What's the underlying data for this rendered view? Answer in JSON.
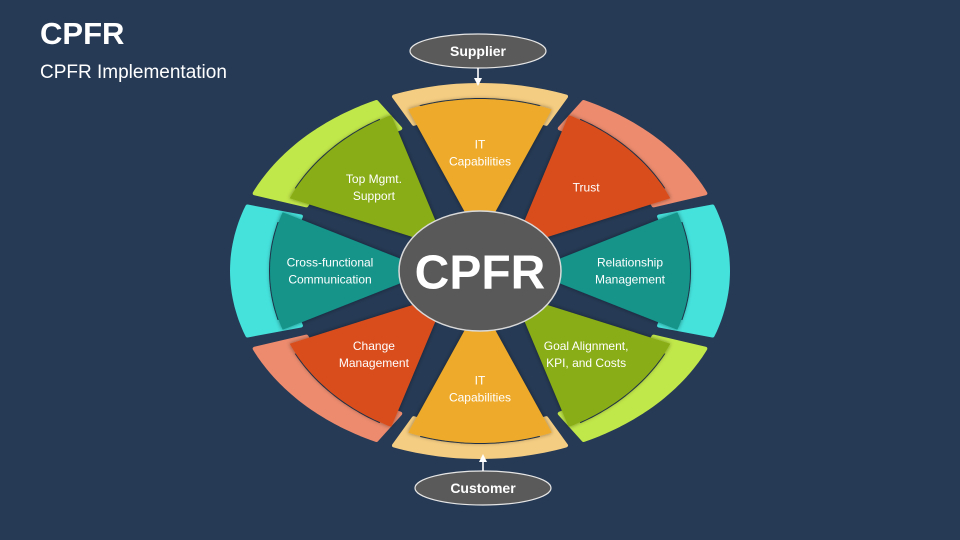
{
  "slide": {
    "title": "CPFR",
    "subtitle": "CPFR Implementation",
    "background": "#263a55"
  },
  "diagram": {
    "center": {
      "label": "CPFR",
      "fill": "#5a5a5a",
      "stroke": "#d9d9d9"
    },
    "top_node": {
      "label": "Supplier",
      "arrow": "down"
    },
    "bottom_node": {
      "label": "Customer",
      "arrow": "up"
    },
    "segments": [
      {
        "id": "it-capabilities-top",
        "lines": [
          "IT",
          "Capabilities"
        ],
        "position": "top",
        "fill": "#eeaa2a",
        "rim": "#f5cd82"
      },
      {
        "id": "trust",
        "lines": [
          "Trust"
        ],
        "position": "top-right",
        "fill": "#d94e1c",
        "rim": "#ec8b6e"
      },
      {
        "id": "relationship-management",
        "lines": [
          "Relationship",
          "Management"
        ],
        "position": "right",
        "fill": "#12948a",
        "rim": "#45e2dc"
      },
      {
        "id": "goal-alignment",
        "lines": [
          "Goal Alignment,",
          "KPI, and Costs"
        ],
        "position": "bottom-right",
        "fill": "#89ad12",
        "rim": "#c1e84a"
      },
      {
        "id": "it-capabilities-bottom",
        "lines": [
          "IT",
          "Capabilities"
        ],
        "position": "bottom",
        "fill": "#eeaa2a",
        "rim": "#f5cd82"
      },
      {
        "id": "change-management",
        "lines": [
          "Change",
          "Management"
        ],
        "position": "bottom-left",
        "fill": "#d94e1c",
        "rim": "#ec8b6e"
      },
      {
        "id": "cross-functional-communication",
        "lines": [
          "Cross-functional",
          "Communication"
        ],
        "position": "left",
        "fill": "#12948a",
        "rim": "#45e2dc"
      },
      {
        "id": "top-mgmt-support",
        "lines": [
          "Top Mgmt.",
          "Support"
        ],
        "position": "top-left",
        "fill": "#89ad12",
        "rim": "#c1e84a"
      }
    ]
  }
}
